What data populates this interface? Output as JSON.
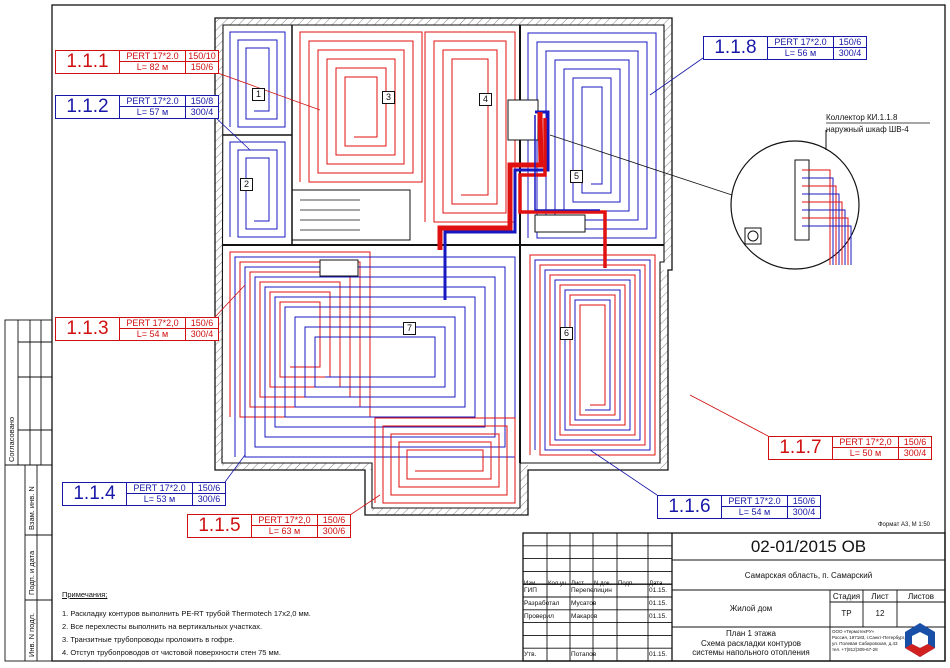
{
  "drawing": {
    "format": "Формат А3, М 1:50",
    "collector_label": [
      "Коллектор КИ.1.1.8",
      "наружный шкаф ШВ-4"
    ],
    "rooms": [
      "1",
      "2",
      "3",
      "4",
      "5",
      "6",
      "6",
      "7"
    ],
    "colors": {
      "supply": "#e01010",
      "return": "#1818c0",
      "wall": "#111111"
    }
  },
  "circuits": [
    {
      "id": "1.1.1",
      "pipe": "PERT 17*2.0",
      "length": "L= 82 м",
      "a": "150/10",
      "b": "150/6",
      "color": "red"
    },
    {
      "id": "1.1.2",
      "pipe": "PERT 17*2.0",
      "length": "L= 57 м",
      "a": "150/8",
      "b": "300/4",
      "color": "blue"
    },
    {
      "id": "1.1.3",
      "pipe": "PERT 17*2,0",
      "length": "L= 54 м",
      "a": "150/6",
      "b": "300/4",
      "color": "red"
    },
    {
      "id": "1.1.4",
      "pipe": "PERT 17*2.0",
      "length": "L= 53 м",
      "a": "150/6",
      "b": "300/6",
      "color": "blue"
    },
    {
      "id": "1.1.5",
      "pipe": "PERT 17*2,0",
      "length": "L= 63 м",
      "a": "150/6",
      "b": "300/6",
      "color": "red"
    },
    {
      "id": "1.1.6",
      "pipe": "PERT 17*2.0",
      "length": "L= 54 м",
      "a": "150/6",
      "b": "300/4",
      "color": "blue"
    },
    {
      "id": "1.1.7",
      "pipe": "PERT 17*2,0",
      "length": "L= 50 м",
      "a": "150/6",
      "b": "300/4",
      "color": "red"
    },
    {
      "id": "1.1.8",
      "pipe": "PERT 17*2.0",
      "length": "L= 56 м",
      "a": "150/6",
      "b": "300/4",
      "color": "blue"
    }
  ],
  "side_stamp": {
    "agreed": "Согласовано",
    "replace": "Взам. инв. N",
    "sign_date": "Подп. и дата",
    "inv": "Инв. N подл."
  },
  "notes": {
    "title": "Примечания;",
    "items": [
      "1. Раскладку контуров выполнить PE-RT трубой Thermotech 17x2,0 мм.",
      "2. Все перехлесты выполнить на вертикальных участках.",
      "3. Транзитные трубопроводы проложить в гофре.",
      "4. Отступ трубопроводов от чистовой поверхности стен 75 мм."
    ]
  },
  "title_block": {
    "code": "02-01/2015 ОВ",
    "location": "Самарская область, п. Самарский",
    "object": "Жилой дом",
    "sheet_title": [
      "План 1 этажа",
      "Схема раскладки контуров",
      "системы напольного отопления"
    ],
    "headers": [
      "Изм.",
      "Кол.уч",
      "Лист",
      "N док.",
      "Подп.",
      "Дата"
    ],
    "people": [
      {
        "role": "ГИП",
        "name": "Перепелицин",
        "date": "01.15."
      },
      {
        "role": "Разработал",
        "name": "Мусатов",
        "date": "01.15."
      },
      {
        "role": "Проверил",
        "name": "Макаров",
        "date": "01.15."
      },
      {
        "role": "Утв.",
        "name": "Потапов",
        "date": "01.15."
      }
    ],
    "stage_label": "Стадия",
    "sheet_label": "Лист",
    "sheets_label": "Листов",
    "stage": "ТР",
    "sheet": "12",
    "company": [
      "ООО «ТермотехРУ»",
      "Россия, 197183, г.Санкт-Петербург,",
      "ул. Полевая Сабировская, д.43",
      "тел. +7(812)309-67-28"
    ]
  }
}
